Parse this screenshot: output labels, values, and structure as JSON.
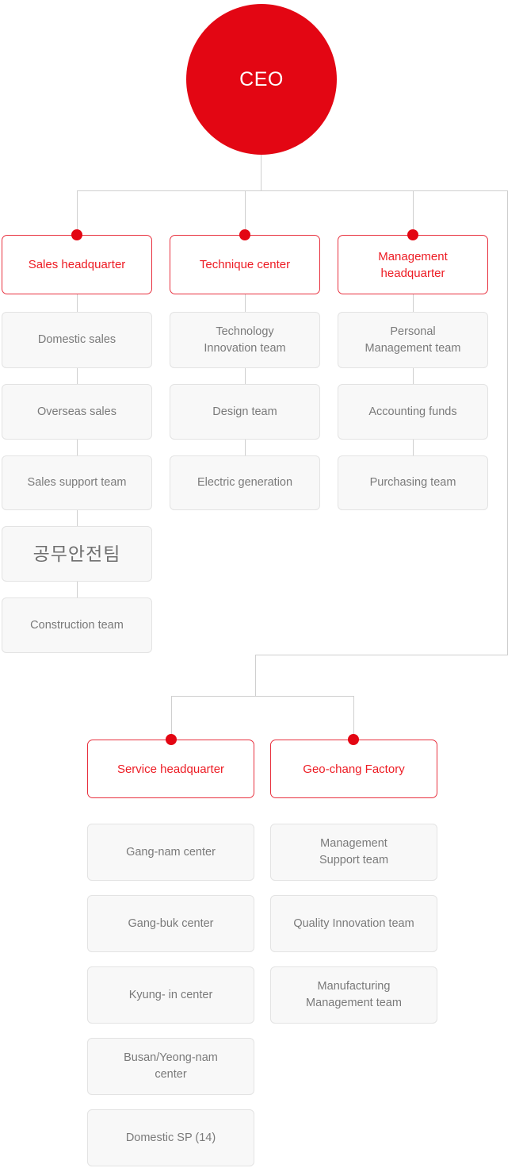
{
  "colors": {
    "brand_red": "#e30613",
    "box_red_border": "#e8313f",
    "box_red_text": "#ed1c24",
    "team_fill": "#f8f8f8",
    "team_border": "#e3e3e3",
    "team_text": "#7a7a7a",
    "line": "#cfcfcf"
  },
  "root": {
    "label": "CEO"
  },
  "divisions": [
    {
      "label": "Sales headquarter",
      "teams": [
        {
          "label": "Domestic sales"
        },
        {
          "label": "Overseas sales"
        },
        {
          "label": "Sales support team"
        },
        {
          "label": "공무안전팀"
        },
        {
          "label": "Construction team"
        }
      ]
    },
    {
      "label": "Technique center",
      "teams": [
        {
          "label": "Technology\nInnovation team"
        },
        {
          "label": "Design team"
        },
        {
          "label": "Electric generation"
        }
      ]
    },
    {
      "label": "Management\nheadquarter",
      "teams": [
        {
          "label": "Personal\nManagement team"
        },
        {
          "label": "Accounting funds"
        },
        {
          "label": "Purchasing team"
        }
      ]
    },
    {
      "label": "Service headquarter",
      "teams": [
        {
          "label": "Gang-nam center"
        },
        {
          "label": "Gang-buk center"
        },
        {
          "label": "Kyung- in center"
        },
        {
          "label": "Busan/Yeong-nam\ncenter"
        },
        {
          "label": "Domestic SP (14)"
        }
      ]
    },
    {
      "label": "Geo-chang Factory",
      "teams": [
        {
          "label": "Management\nSupport team"
        },
        {
          "label": "Quality Innovation team"
        },
        {
          "label": "Manufacturing\nManagement team"
        }
      ]
    }
  ]
}
